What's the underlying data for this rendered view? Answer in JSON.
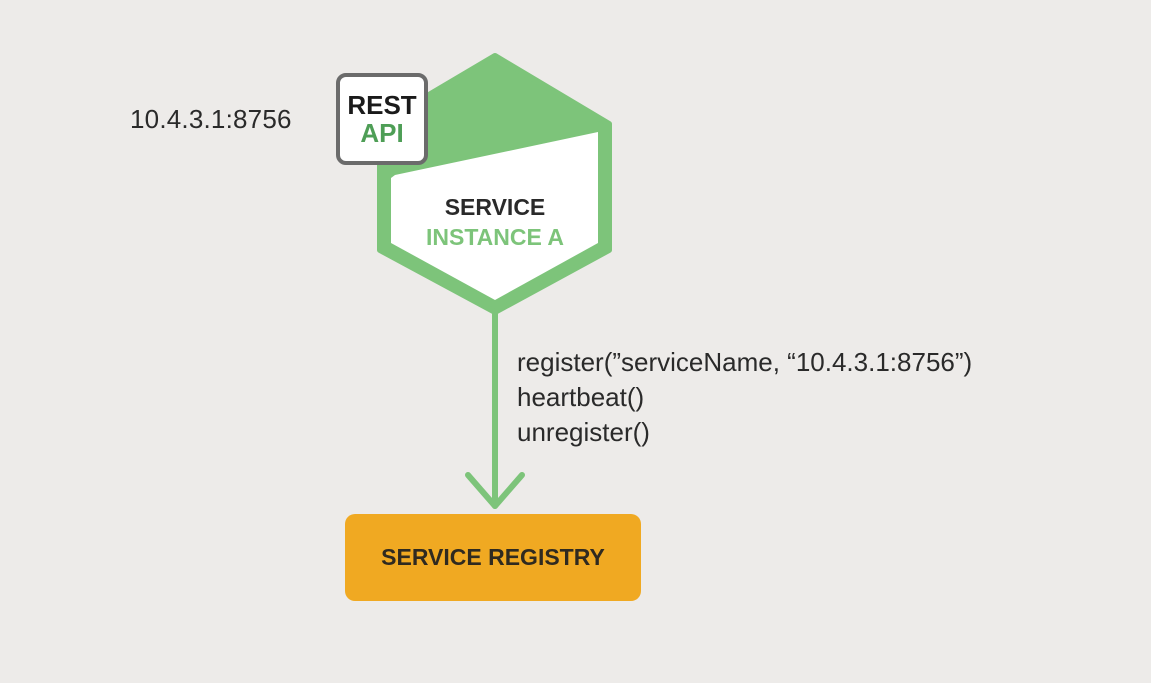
{
  "colors": {
    "background": "#edebe9",
    "service_green": "#7dc47a",
    "api_green": "#4e9e56",
    "registry_orange": "#f0a922",
    "text_dark": "#2a2a2a"
  },
  "service_instance": {
    "address": "10.4.3.1:8756",
    "title_line1": "SERVICE",
    "title_line2": "INSTANCE A",
    "api": {
      "line1": "REST",
      "line2": "API"
    }
  },
  "calls": [
    "register(”serviceName, “10.4.3.1:8756”)",
    "heartbeat()",
    "unregister()"
  ],
  "registry": {
    "label": "SERVICE REGISTRY"
  }
}
